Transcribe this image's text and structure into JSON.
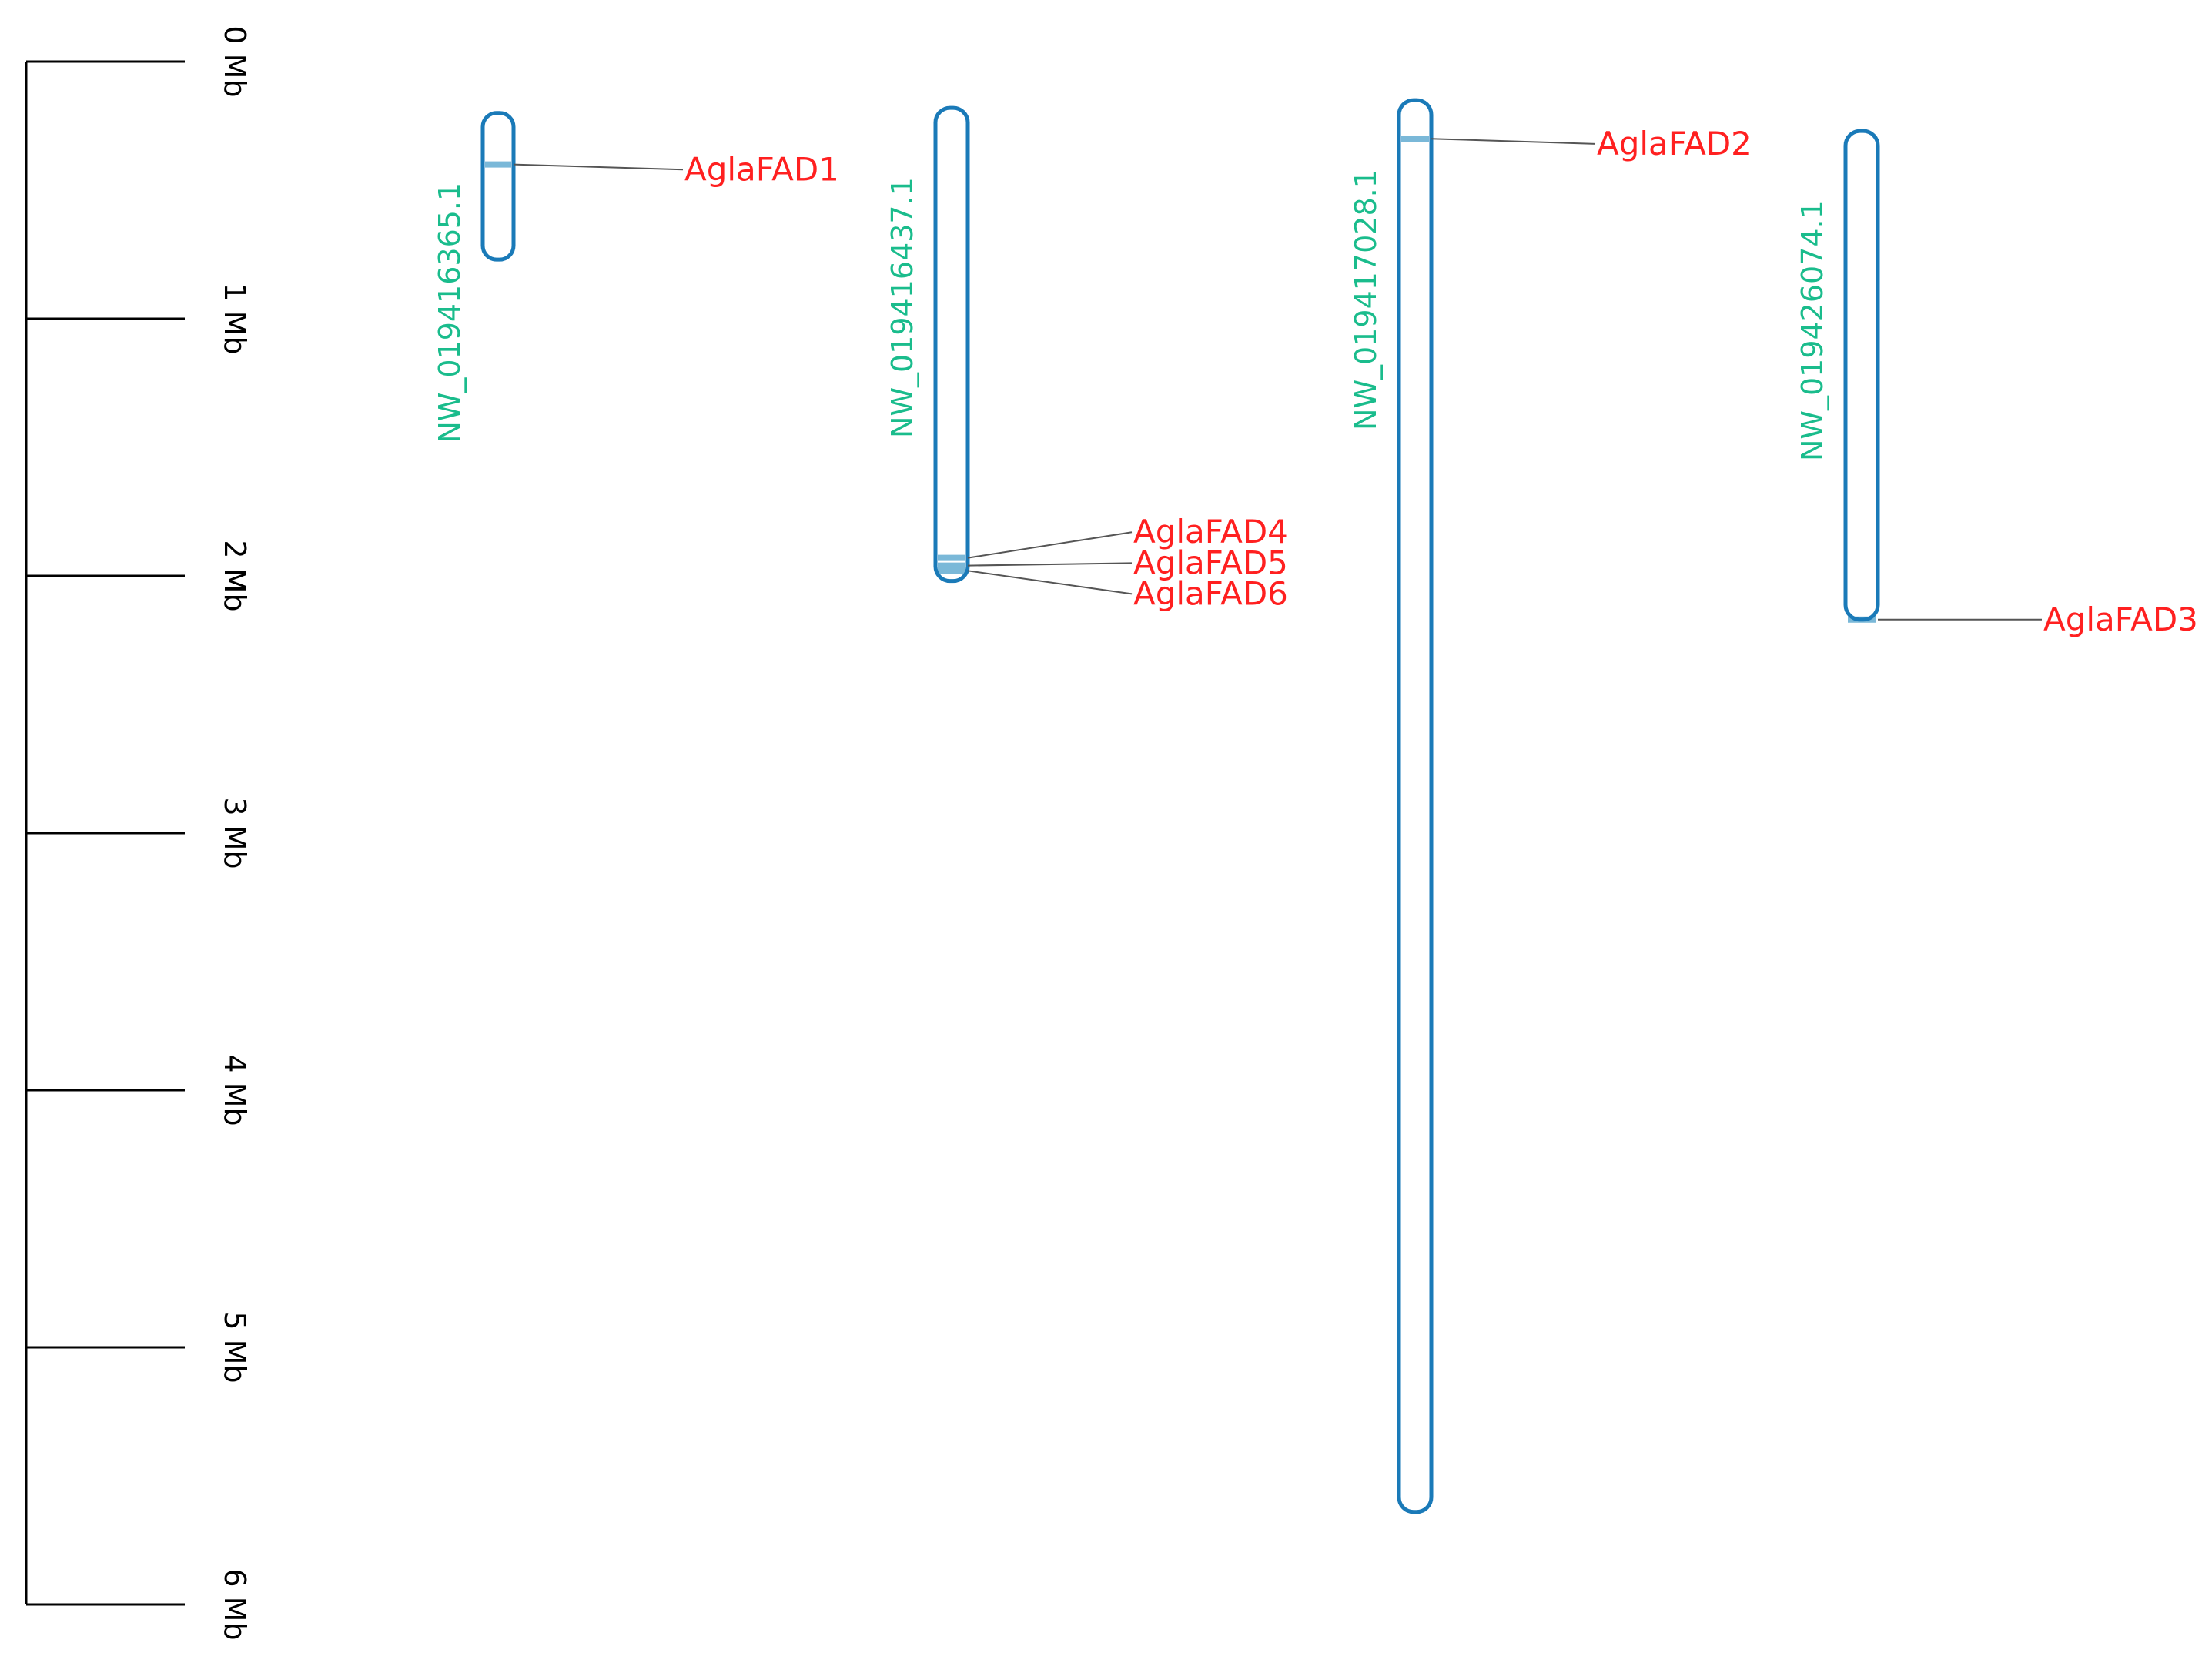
{
  "scale": {
    "unit": "Mb",
    "min": 0,
    "max": 6,
    "tick_labels": [
      "0 Mb",
      "1 Mb",
      "2 Mb",
      "3 Mb",
      "4 Mb",
      "5 Mb",
      "6 Mb"
    ],
    "ticks": [
      0,
      1,
      2,
      3,
      4,
      5,
      6
    ]
  },
  "colors": {
    "axis": "#000000",
    "chromosome_outline": "#1a7ab8",
    "chromosome_label": "#1abc8c",
    "gene_label": "#ff2020",
    "gene_mark": "#7ab8d8",
    "connector": "#555555"
  },
  "chromosomes": [
    {
      "name": "NW_019416365.1",
      "start_mb": 0.2,
      "end_mb": 0.77,
      "genes": [
        {
          "name": "AglaFAD1",
          "pos_mb": 0.4,
          "label_mb": 0.45
        }
      ]
    },
    {
      "name": "NW_019416437.1",
      "start_mb": 0.18,
      "end_mb": 2.02,
      "genes": [
        {
          "name": "AglaFAD4",
          "pos_mb": 1.93,
          "label_mb": 1.86
        },
        {
          "name": "AglaFAD5",
          "pos_mb": 1.96,
          "label_mb": 1.98
        },
        {
          "name": "AglaFAD6",
          "pos_mb": 1.98,
          "label_mb": 2.1
        }
      ]
    },
    {
      "name": "NW_019417028.1",
      "start_mb": 0.15,
      "end_mb": 5.64,
      "genes": [
        {
          "name": "AglaFAD2",
          "pos_mb": 0.3,
          "label_mb": 0.35
        }
      ]
    },
    {
      "name": "NW_019426074.1",
      "start_mb": 0.27,
      "end_mb": 2.17,
      "genes": [
        {
          "name": "AglaFAD3",
          "pos_mb": 2.17,
          "label_mb": 2.2
        }
      ]
    }
  ]
}
